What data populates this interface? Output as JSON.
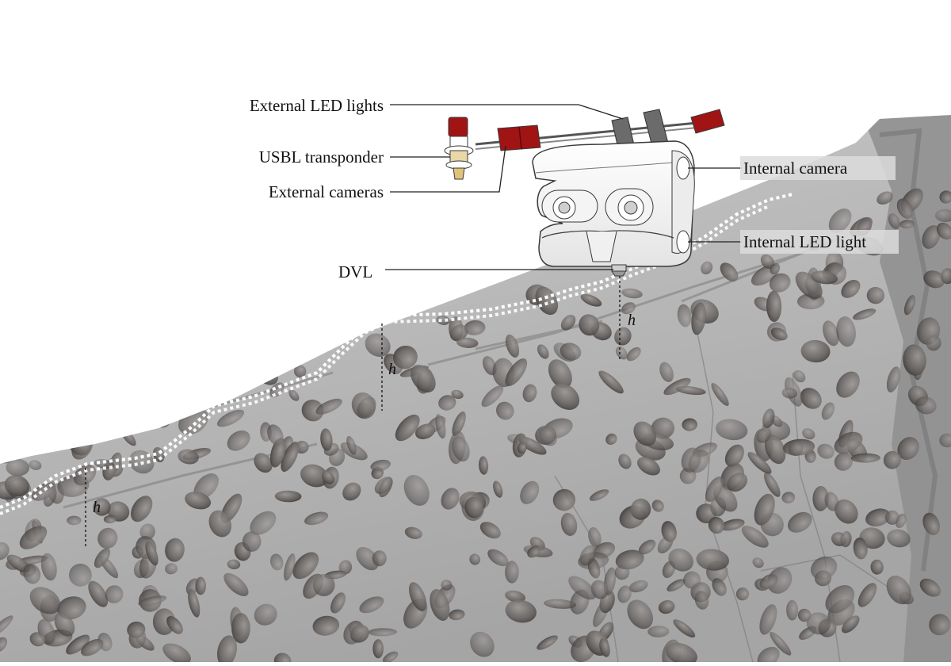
{
  "labels": {
    "external_led_lights": "External LED lights",
    "usbl_transponder": "USBL transponder",
    "external_cameras": "External cameras",
    "internal_camera": "Internal camera",
    "internal_led_light": "Internal LED light",
    "dvl": "DVL",
    "altitude_symbol": "h"
  },
  "colors": {
    "background": "#ffffff",
    "seabed_light": "#d2d2d2",
    "seabed_dark": "#8d8d8d",
    "nodule": "#6e6a68",
    "rov_body": "#f6f6f6",
    "rov_outline": "#3a3a3a",
    "external_camera_red": "#a01414",
    "led_grey": "#6b6b6b",
    "path_white": "#ffffff",
    "leader_line": "#222222"
  },
  "icons": [
    "rov-vehicle-icon",
    "usbl-transponder-icon",
    "external-led-light-icon",
    "external-camera-icon",
    "dvl-sensor-icon"
  ]
}
